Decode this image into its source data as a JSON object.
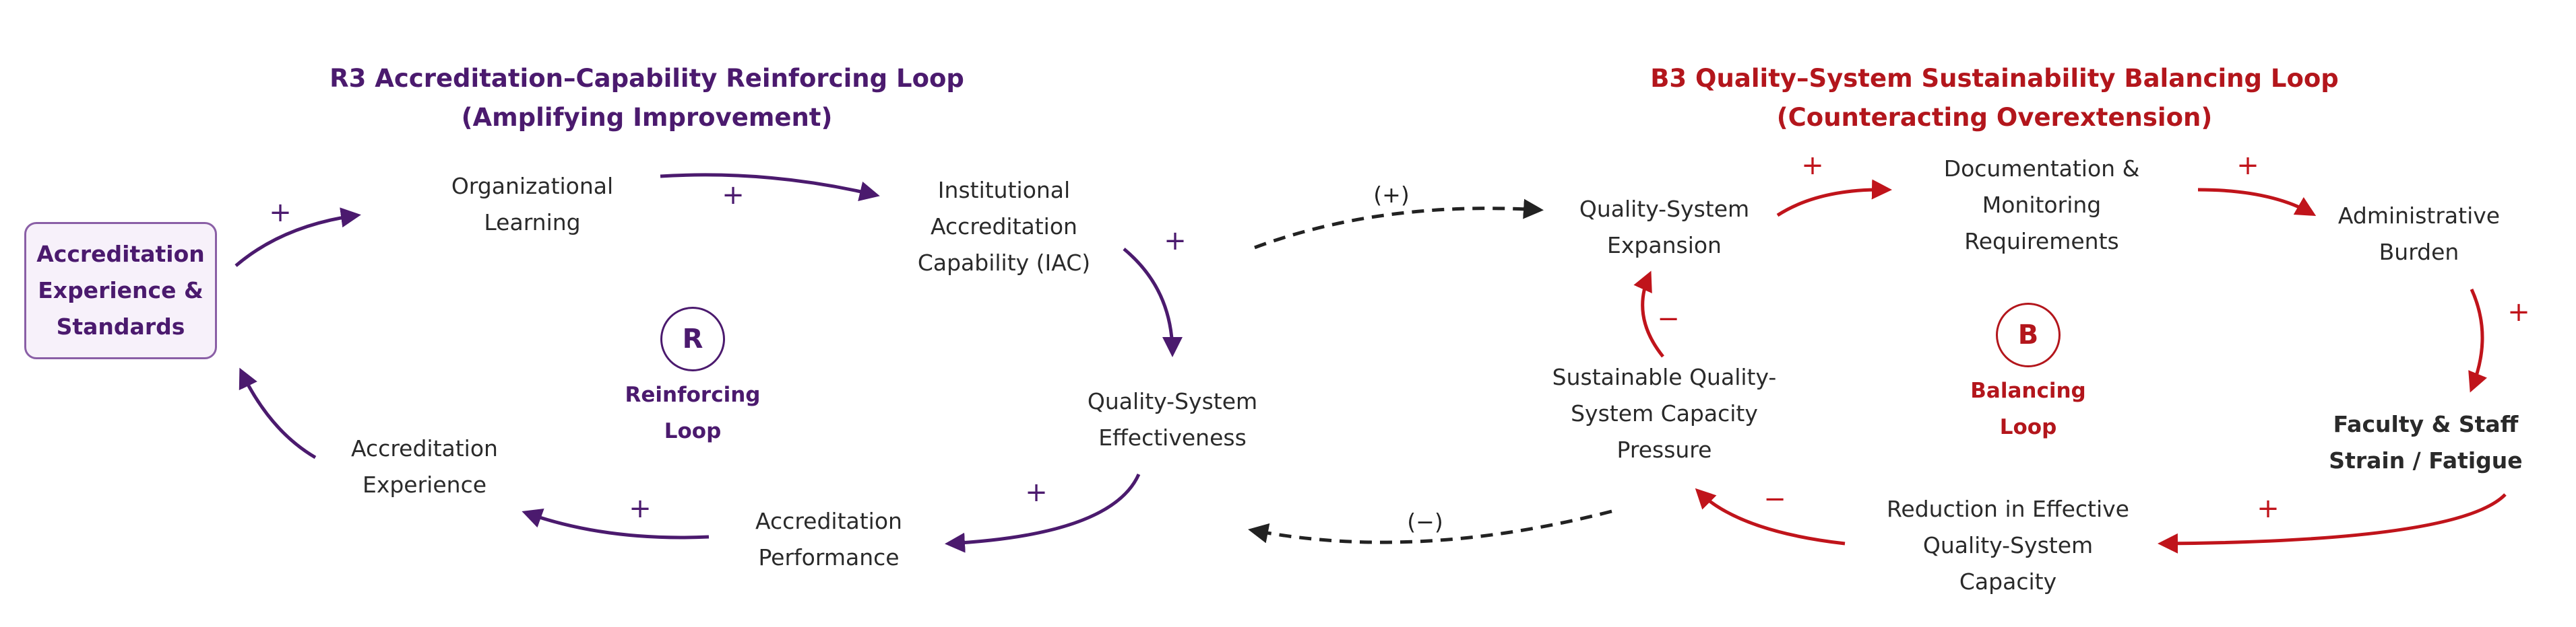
{
  "r_loop": {
    "title": [
      "R3   Accreditation–Capability Reinforcing Loop",
      "(Amplifying Improvement)"
    ],
    "box": [
      "Accreditation",
      "Experience &",
      "Standards"
    ],
    "nodes": {
      "org_learning": [
        "Organizational",
        "Learning"
      ],
      "iac": [
        "Institutional",
        "Accreditation",
        "Capability (IAC)"
      ],
      "effectiveness": [
        "Quality-System",
        "Effectiveness"
      ],
      "performance": [
        "Accreditation",
        "Performance"
      ],
      "experience": [
        "Accreditation",
        "Experience"
      ]
    },
    "marker": "R",
    "loop_label": [
      "Reinforcing",
      "Loop"
    ],
    "signs": [
      "+",
      "+",
      "+",
      "+",
      "+"
    ]
  },
  "b_loop": {
    "title": [
      "B3   Quality–System Sustainability Balancing Loop",
      "(Counteracting Overextension)"
    ],
    "nodes": {
      "expansion": [
        "Quality-System",
        "Expansion"
      ],
      "documentation": [
        "Documentation &",
        "Monitoring",
        "Requirements"
      ],
      "admin_burden": [
        "Administrative",
        "Burden"
      ],
      "strain": [
        "Faculty & Staff",
        "Strain / Fatigue"
      ],
      "reduction": [
        "Reduction in Effective",
        "Quality-System",
        "Capacity"
      ],
      "pressure": [
        "Sustainable Quality-",
        "System Capacity",
        "Pressure"
      ]
    },
    "marker": "B",
    "loop_label": [
      "Balancing",
      "Loop"
    ],
    "signs": [
      "+",
      "+",
      "+",
      "+",
      "−",
      "−"
    ]
  },
  "links": {
    "positive": "(+)",
    "negative": "(−)"
  },
  "colors": {
    "purple": "#4b1a6e",
    "red": "#b3161c",
    "black": "#222222"
  }
}
